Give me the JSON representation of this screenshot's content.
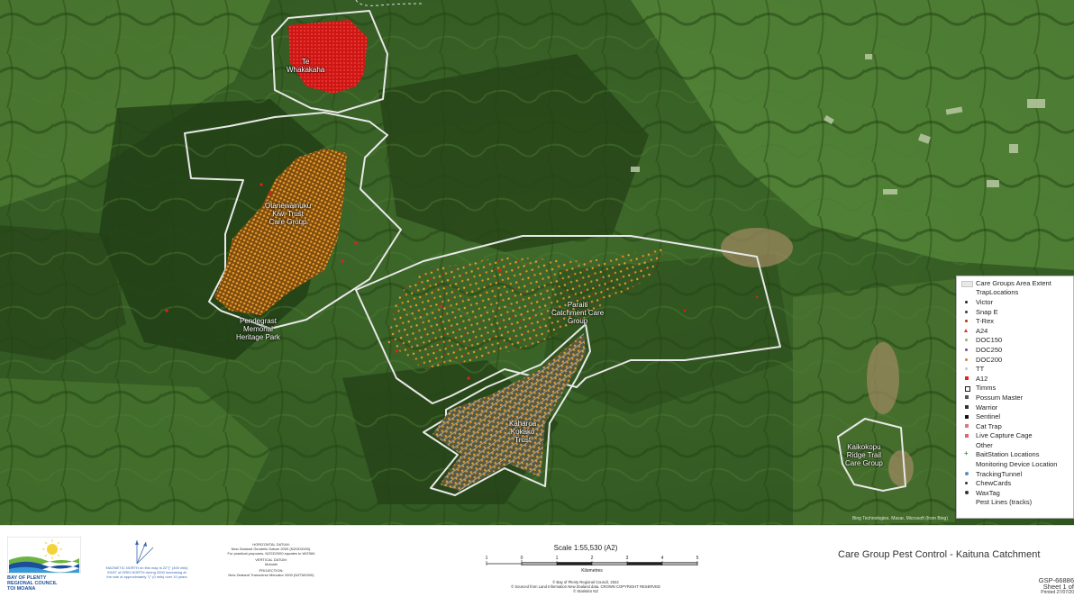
{
  "map": {
    "areas": [
      {
        "id": "te-whakakaha",
        "label_lines": [
          "Te",
          "Whakakaha"
        ]
      },
      {
        "id": "otanewainuku",
        "label_lines": [
          "Otanewainuku",
          "Kiwi Trust",
          "Care Group"
        ]
      },
      {
        "id": "pendergrast",
        "label_lines": [
          "Pendegrast",
          "Memorial",
          "Heritage Park"
        ]
      },
      {
        "id": "paraiti",
        "label_lines": [
          "Paraiti",
          "Catchment Care",
          "Group"
        ]
      },
      {
        "id": "kaharoa",
        "label_lines": [
          "Kaharoa",
          "Kokako",
          "Trust"
        ]
      },
      {
        "id": "kaikokopu",
        "label_lines": [
          "Kaikokopu",
          "Ridge Trail",
          "Care Group"
        ]
      }
    ],
    "attribution": "Bing Technologies. Maxar, Microsoft (from Bing)"
  },
  "legend": {
    "rows": [
      {
        "label": "Care Groups Area Extent",
        "symbol": "area",
        "color": "#e6e6e6",
        "header": true
      },
      {
        "label": "TrapLocations",
        "symbol": "none",
        "color": "",
        "header": true
      },
      {
        "label": "Victor",
        "symbol": "dot",
        "color": "#222222"
      },
      {
        "label": "Snap E",
        "symbol": "dot",
        "color": "#3a3a3a"
      },
      {
        "label": "T-Rex",
        "symbol": "dot",
        "color": "#a04000"
      },
      {
        "label": "A24",
        "symbol": "tri",
        "color": "#e23232"
      },
      {
        "label": "DOC150",
        "symbol": "dot",
        "color": "#8db36b"
      },
      {
        "label": "DOC250",
        "symbol": "dot",
        "color": "#6b4c9a"
      },
      {
        "label": "DOC200",
        "symbol": "dot",
        "color": "#d47d2c"
      },
      {
        "label": "TT",
        "symbol": "dot",
        "color": "#c8c8c8"
      },
      {
        "label": "A12",
        "symbol": "sq",
        "color": "#e82020"
      },
      {
        "label": "Timms",
        "symbol": "hollow",
        "color": "#222222"
      },
      {
        "label": "Possum Master",
        "symbol": "sq",
        "color": "#555555"
      },
      {
        "label": "Warrior",
        "symbol": "sq",
        "color": "#333333"
      },
      {
        "label": "Sentinel",
        "symbol": "sq",
        "color": "#111111"
      },
      {
        "label": "Cat Trap",
        "symbol": "sq",
        "color": "#d87a7a"
      },
      {
        "label": "Live Capture Cage",
        "symbol": "sq",
        "color": "#e06666"
      },
      {
        "label": "Other",
        "symbol": "none",
        "color": ""
      },
      {
        "label": "BaitStation Locations",
        "symbol": "plus",
        "color": "#4a9a4a"
      },
      {
        "label": "Monitoring Device Location",
        "symbol": "none",
        "color": "",
        "header": true
      },
      {
        "label": "TrackingTunnel",
        "symbol": "dot-lg",
        "color": "#5a8fc8"
      },
      {
        "label": "ChewCards",
        "symbol": "dot",
        "color": "#333333"
      },
      {
        "label": "WaxTag",
        "symbol": "dot-lg",
        "color": "#333333"
      },
      {
        "label": "Pest Lines (tracks)",
        "symbol": "none",
        "color": ""
      }
    ]
  },
  "footer": {
    "logo": {
      "line1": "BAY OF PLENTY",
      "line2": "REGIONAL COUNCIL",
      "line3": "TOI MOANA"
    },
    "north": {
      "text": "MAGNETIC NORTH on this map is 22°(° (400 mils) EAST of GRID NORTH during 2000 increasing at the rate of approximately °(° (0 mils) over 10 years"
    },
    "datum": {
      "h_title": "HORIZONTAL DATUM:",
      "h_text_1": "New Zealand Geodetic Datum 2000 (NZGD2000).",
      "h_text_2": "For practical purposes, NZGD2000 equates to WGS84",
      "v_title": "VERTICAL DATUM:",
      "v_text": "Moturiki",
      "p_title": "PROJECTION:",
      "p_text": "New Zealand Transverse Mercator 2000 (NZTM2000)"
    },
    "scale": {
      "title": "Scale 1:55,530 (A2)",
      "ticks": [
        "1",
        "0",
        "1",
        "2",
        "3",
        "4",
        "5"
      ],
      "unit": "Kilometres"
    },
    "copyright": {
      "line1": "© Bay of Plenty Regional Council, 2022",
      "line2": "© Sourced from Land Information New Zealand data. CROWN COPYRIGHT RESERVED",
      "line3": "© Statistics NZ"
    },
    "title": "Care Group Pest Control - Kaituna Catchment",
    "doc": {
      "id": "GSP-66886",
      "sheet": "Sheet 1 of",
      "printed": "Printed 27/07/20"
    }
  },
  "colors": {
    "trap_red": "#e41f1f",
    "trap_orange": "#f0a020",
    "area_outline": "#e8e8e8",
    "logo_blue": "#1c4f9b"
  }
}
